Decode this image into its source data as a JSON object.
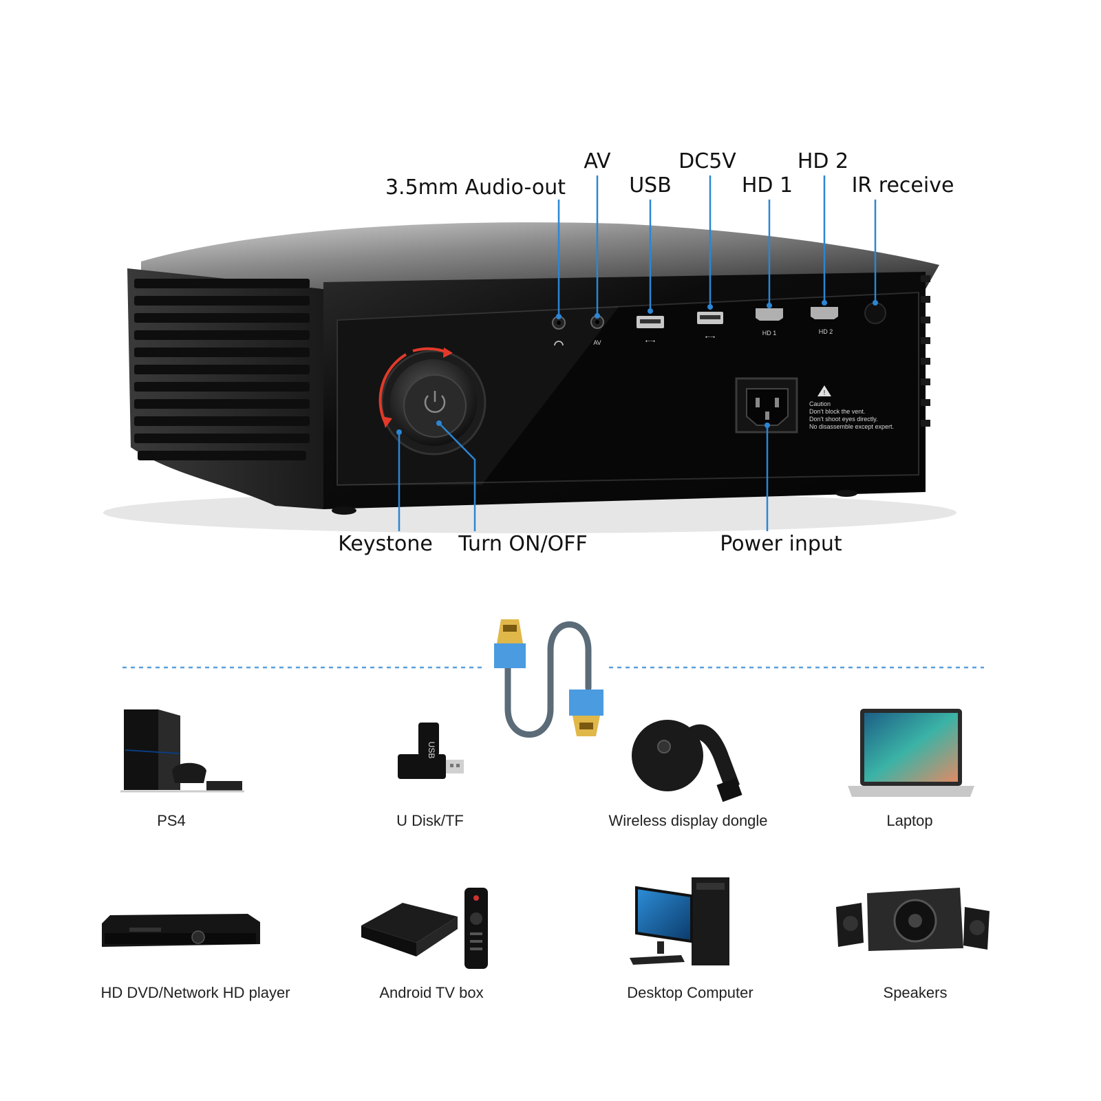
{
  "ports": {
    "audio_out": "3.5mm Audio-out",
    "av": "AV",
    "usb": "USB",
    "dc5v": "DC5V",
    "hd1": "HD 1",
    "hd2": "HD 2",
    "ir_receive": "IR receive",
    "keystone": "Keystone",
    "power_button": "Turn ON/OFF",
    "power_input": "Power input"
  },
  "panel_marks": {
    "av": "AV",
    "hd1": "HD 1",
    "hd2": "HD 2"
  },
  "caution": {
    "title": "Caution",
    "line1": "Don't block the vent.",
    "line2": "Don't shoot eyes directly.",
    "line3": "No disassemble except expert."
  },
  "devices": {
    "ps4": "PS4",
    "udisk": "U Disk/TF",
    "dongle": "Wireless display dongle",
    "laptop": "Laptop",
    "dvd": "HD DVD/Network HD player",
    "tvbox": "Android TV box",
    "desktop": "Desktop Computer",
    "speakers": "Speakers"
  },
  "usb_stick_mark": "USB",
  "colors": {
    "callout_line": "#2b86d4",
    "hdmi_connector": "#4a9be0",
    "hdmi_tip": "#e0b84a",
    "body_dark": "#151515",
    "keystone_arrow": "#e23a2a"
  }
}
